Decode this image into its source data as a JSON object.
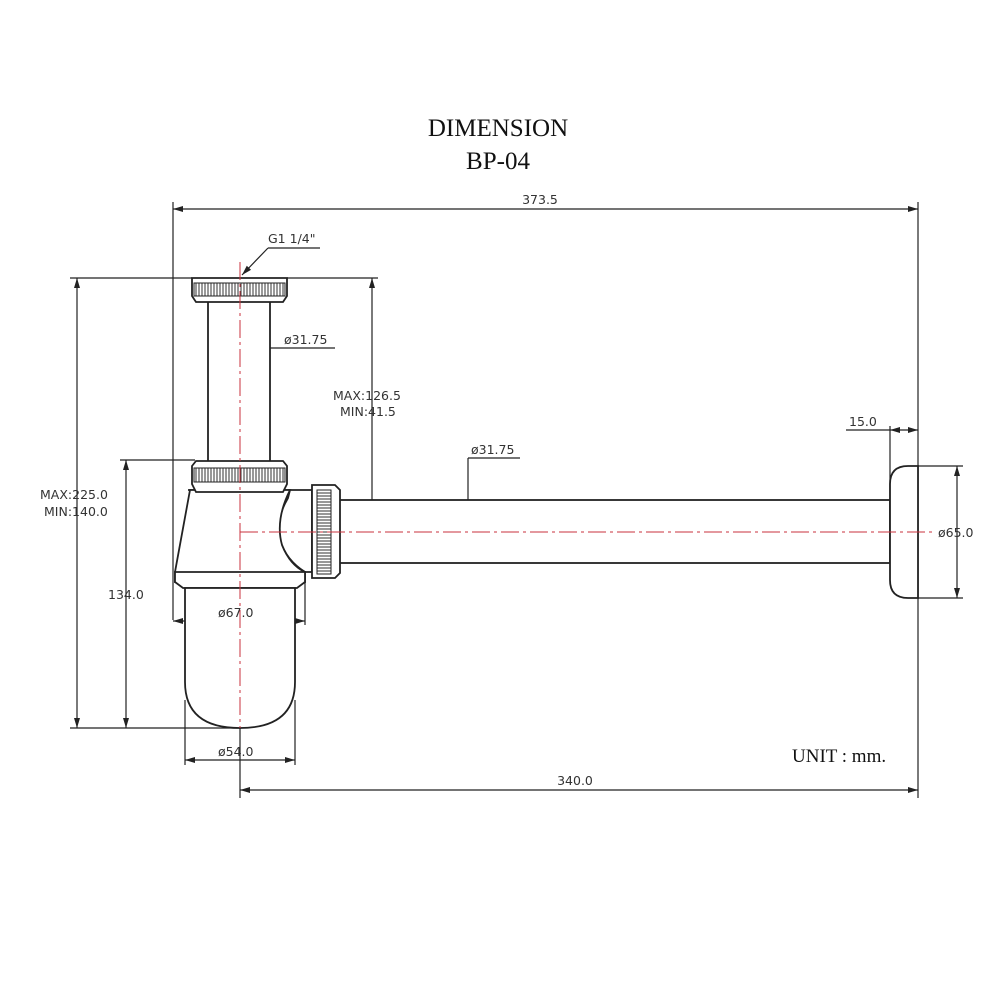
{
  "title": {
    "line1": "DIMENSION",
    "line2": "BP-04"
  },
  "unit_note": "UNIT : mm.",
  "dimensions": {
    "overall_width": "373.5",
    "thread": "G1 1/4\"",
    "inlet_tube_dia": "ø31.75",
    "adjust_max": "MAX:126.5",
    "adjust_min": "MIN:41.5",
    "outlet_tube_dia": "ø31.75",
    "flange_depth": "15.0",
    "flange_dia": "ø65.0",
    "height_max": "MAX:225.0",
    "height_min": "MIN:140.0",
    "body_height": "134.0",
    "cup_top_dia": "ø67.0",
    "cup_dia": "ø54.0",
    "outlet_length": "340.0"
  },
  "colors": {
    "centerline": "#c8323c",
    "line": "#222222"
  }
}
